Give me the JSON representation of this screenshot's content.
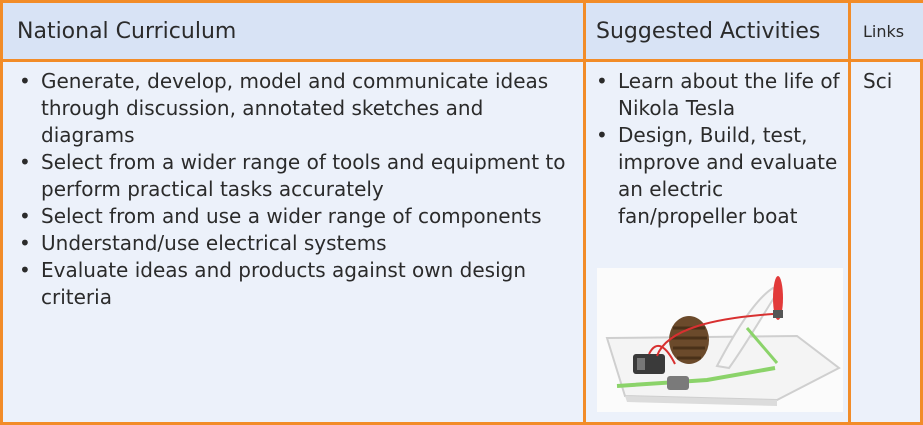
{
  "headers": {
    "curriculum": "National Curriculum",
    "activities": "Suggested Activities",
    "links": "Links"
  },
  "curriculum_items": [
    "Generate, develop, model and communicate ideas through discussion, annotated sketches and diagrams",
    "Select from a wider range of tools and equipment to perform practical tasks accurately",
    "Select from and use a wider range of components",
    "Understand/use electrical systems",
    "Evaluate ideas and products against own design criteria"
  ],
  "activity_items": [
    "Learn about the life of Nikola Tesla",
    "Design, Build, test, improve and evaluate an electric fan/propeller boat"
  ],
  "links_text": "Sci",
  "colors": {
    "border": "#f28c28",
    "header_bg": "#d8e3f5",
    "body_bg": "#ecf1fa"
  }
}
